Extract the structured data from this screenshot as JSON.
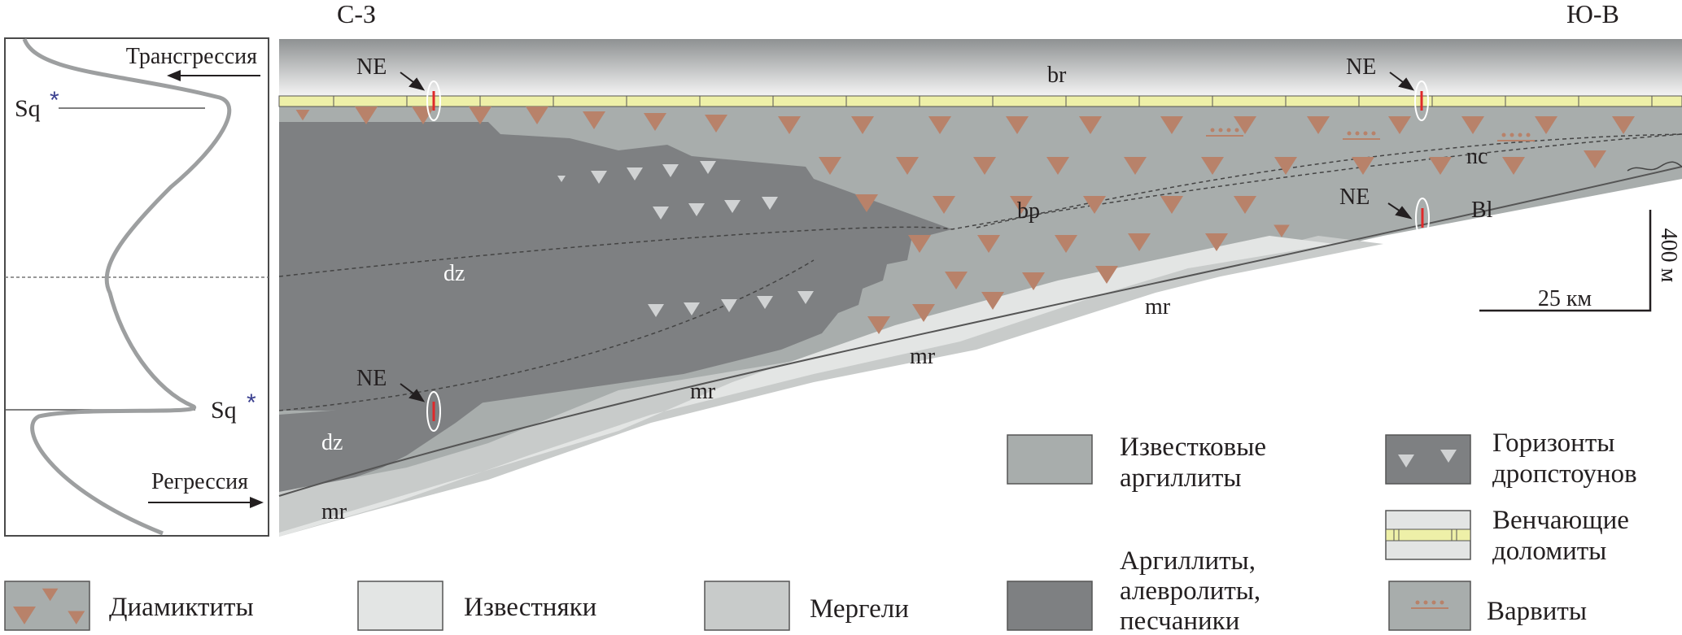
{
  "directions": {
    "left": "С-З",
    "right": "Ю-В"
  },
  "sequence_panel": {
    "transgression": "Трансгрессия",
    "regression": "Регрессия",
    "sq_label": "Sq",
    "sq_marker": "*"
  },
  "units": {
    "br": "br",
    "nc": "nc",
    "bp": "bp",
    "bl": "Bl",
    "dz": "dz",
    "mr": "mr"
  },
  "ne_label": "NE",
  "scale": {
    "vertical": "400 м",
    "horizontal": "25 км"
  },
  "legend": {
    "calc_argillites": [
      "Известковые",
      "аргиллиты"
    ],
    "dropstone_horizons": [
      "Горизонты",
      "дропстоунов"
    ],
    "cap_dolomites": [
      "Венчающие",
      "доломиты"
    ],
    "clastics": [
      "Аргиллиты,",
      "алевролиты,",
      "песчаники"
    ],
    "varvites": "Варвиты",
    "diamictites": "Диамиктиты",
    "limestones": "Известняки",
    "marls": "Мергели"
  },
  "colors": {
    "calc_argillite": "#a8adac",
    "clastic_dark": "#7e8082",
    "marl": "#c8cbca",
    "limestone": "#e3e5e4",
    "dolomite": "#eef0a8",
    "diamictite_triangle": "#b8826a",
    "dropstone": "#d0d2d3",
    "arrow_red": "#e0292a"
  }
}
